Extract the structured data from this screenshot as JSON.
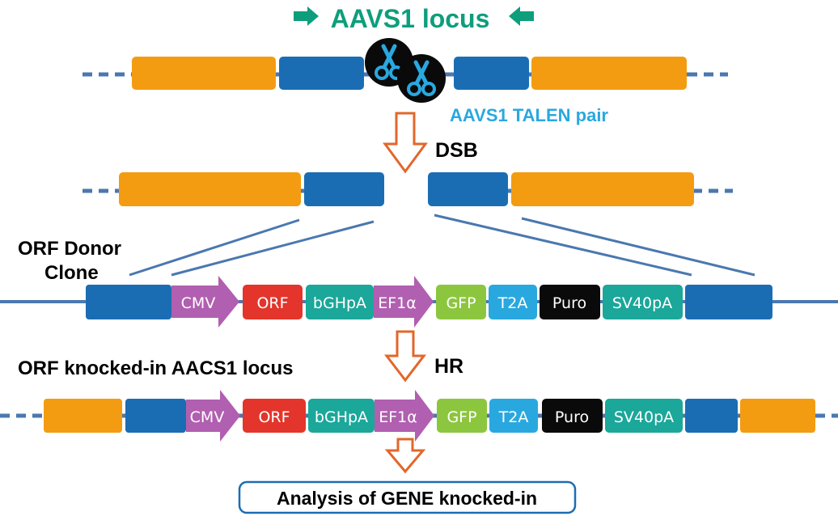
{
  "title": "AAVS1 locus",
  "talen_label": "AAVS1 TALEN pair",
  "step_dsb": "DSB",
  "donor_label_line1": "ORF Donor",
  "donor_label_line2": "Clone",
  "knockin_label": "ORF knocked-in AACS1 locus",
  "step_hr": "HR",
  "analysis_box": "Analysis of GENE knocked-in",
  "donor_segments": {
    "cmv": "CMV",
    "orf": "ORF",
    "bghpa": "bGHpA",
    "ef1a": "EF1α",
    "gfp": "GFP",
    "t2a": "T2A",
    "puro": "Puro",
    "sv40pa": "SV40pA"
  },
  "knockin_segments": {
    "cmv": "CMV",
    "orf": "ORF",
    "bghpa": "bGHpA",
    "ef1a": "EF1α",
    "gfp": "GFP",
    "t2a": "T2A",
    "puro": "Puro",
    "sv40pa": "SV40pA"
  },
  "colors": {
    "teal_title": "#0e9e7c",
    "talen_blue": "#29a8e0",
    "orange": "#f39c12",
    "homology_blue": "#1b6db3",
    "line_blue": "#4a78b0",
    "arrow_orange": "#e2672a",
    "promoter_purple": "#b15fb0",
    "orf_red": "#e3352b",
    "teal_block": "#1ba79a",
    "gfp_green": "#8cc63f",
    "t2a_cyan": "#29a8e0",
    "puro_black": "#0a0a0a"
  }
}
